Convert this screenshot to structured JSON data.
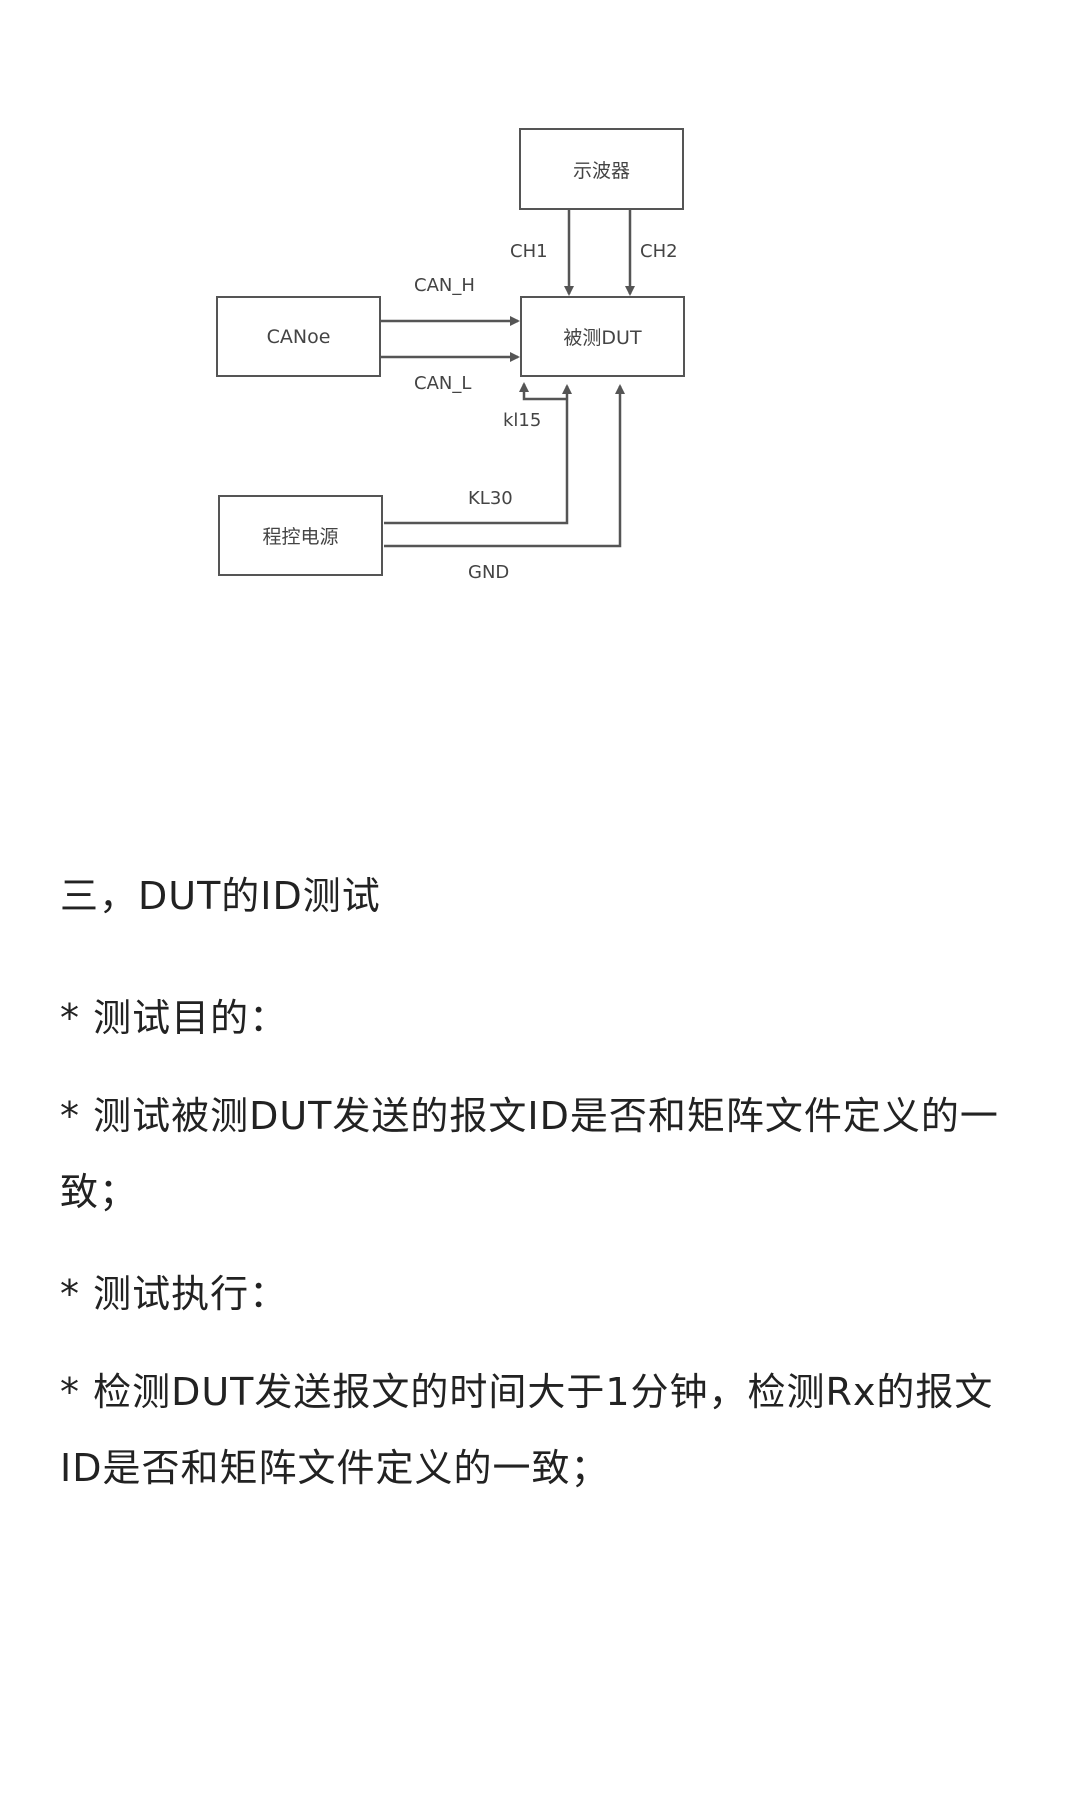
{
  "diagram": {
    "boxes": {
      "oscilloscope": "示波器",
      "canoe": "CANoe",
      "dut": "被测DUT",
      "power_supply": "程控电源"
    },
    "wires": {
      "ch1": "CH1",
      "ch2": "CH2",
      "can_h": "CAN_H",
      "can_l": "CAN_L",
      "kl15": "kl15",
      "kl30": "KL30",
      "gnd": "GND"
    },
    "colors": {
      "line": "#555555",
      "text": "#444444"
    }
  },
  "content": {
    "heading": "三，DUT的ID测试",
    "paragraphs": [
      "* 测试目的：",
      "* 测试被测DUT发送的报文ID是否和矩阵文件定义的一致；",
      "* 测试执行：",
      "* 检测DUT发送报文的时间大于1分钟，检测Rx的报文ID是否和矩阵文件定义的一致；"
    ]
  }
}
